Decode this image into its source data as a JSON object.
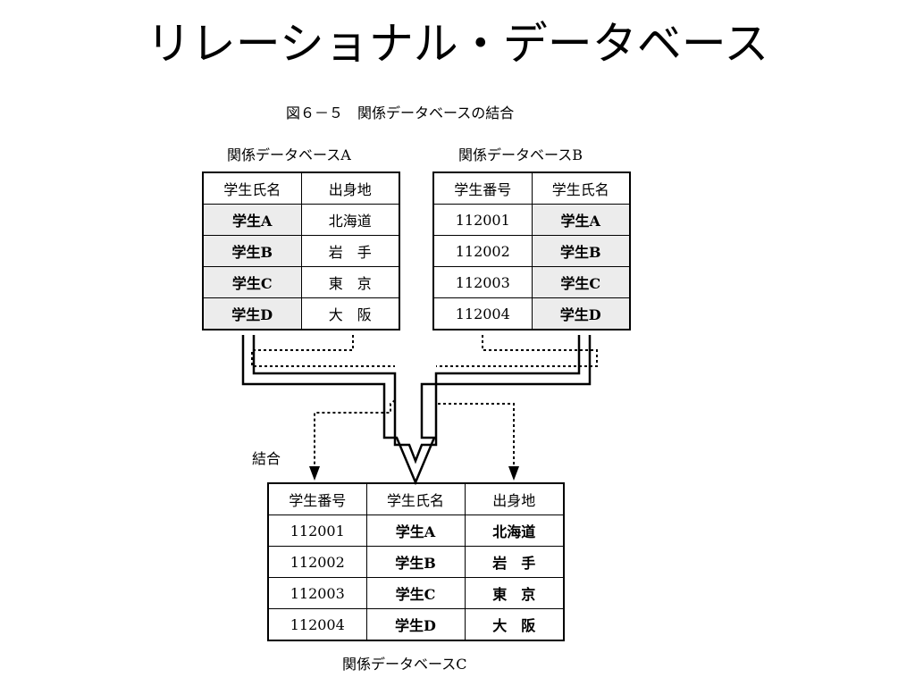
{
  "slide": {
    "title": "リレーショナル・データベース"
  },
  "figure": {
    "caption": "図６－５　関係データベースの結合"
  },
  "join_label": "結合",
  "tables": {
    "a": {
      "label": "関係データベースA",
      "headers": [
        "学生氏名",
        "出身地"
      ],
      "rows": [
        [
          "学生A",
          "北海道"
        ],
        [
          "学生B",
          "岩　手"
        ],
        [
          "学生C",
          "東　京"
        ],
        [
          "学生D",
          "大　阪"
        ]
      ]
    },
    "b": {
      "label": "関係データベースB",
      "headers": [
        "学生番号",
        "学生氏名"
      ],
      "rows": [
        [
          "112001",
          "学生A"
        ],
        [
          "112002",
          "学生B"
        ],
        [
          "112003",
          "学生C"
        ],
        [
          "112004",
          "学生D"
        ]
      ]
    },
    "c": {
      "label": "関係データベースC",
      "headers": [
        "学生番号",
        "学生氏名",
        "出身地"
      ],
      "rows": [
        [
          "112001",
          "学生A",
          "北海道"
        ],
        [
          "112002",
          "学生B",
          "岩　手"
        ],
        [
          "112003",
          "学生C",
          "東　京"
        ],
        [
          "112004",
          "学生D",
          "大　阪"
        ]
      ]
    }
  }
}
